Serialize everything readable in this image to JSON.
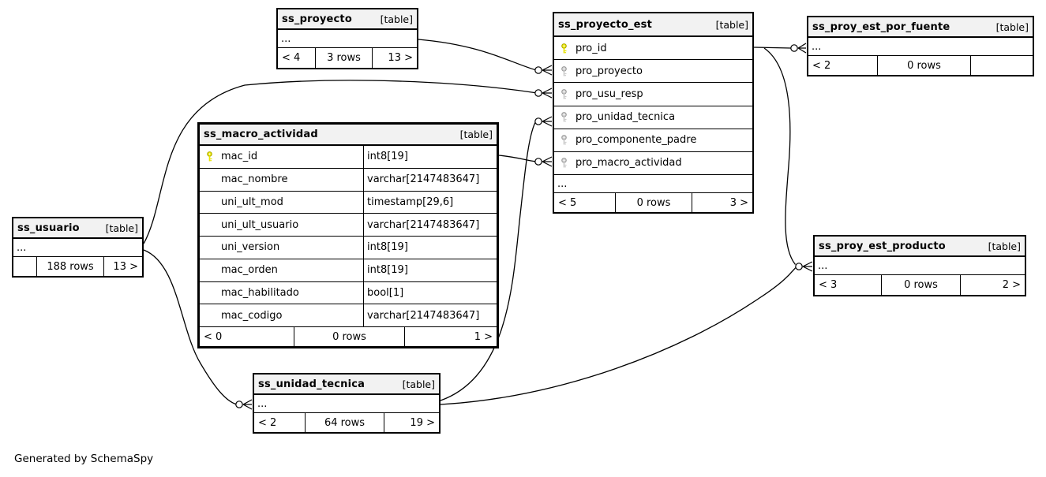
{
  "colors": {
    "header_bg": "#f2f2f2",
    "border": "#000000",
    "pk_key_fill": "#e8e400",
    "pk_key_stroke": "#a8a400",
    "fk_key_fill": "#cbcbcb",
    "fk_key_stroke": "#979797"
  },
  "footer_note": "Generated by SchemaSpy",
  "tables": [
    {
      "name": "ss_proyecto",
      "tag": "[table]",
      "more": "...",
      "footer": {
        "left": "< 4",
        "center": "3 rows",
        "right": "13 >"
      }
    },
    {
      "name": "ss_proyecto_est",
      "tag": "[table]",
      "columns": [
        {
          "name": "pro_id",
          "key": "primary"
        },
        {
          "name": "pro_proyecto",
          "key": "foreign"
        },
        {
          "name": "pro_usu_resp",
          "key": "foreign"
        },
        {
          "name": "pro_unidad_tecnica",
          "key": "foreign"
        },
        {
          "name": "pro_componente_padre",
          "key": "foreign"
        },
        {
          "name": "pro_macro_actividad",
          "key": "foreign"
        }
      ],
      "more": "...",
      "footer": {
        "left": "< 5",
        "center": "0 rows",
        "right": "3 >"
      }
    },
    {
      "name": "ss_proy_est_por_fuente",
      "tag": "[table]",
      "more": "...",
      "footer": {
        "left": "< 2",
        "center": "0 rows",
        "right": ""
      }
    },
    {
      "name": "ss_macro_actividad",
      "tag": "[table]",
      "columns": [
        {
          "name": "mac_id",
          "type": "int8[19]",
          "key": "primary"
        },
        {
          "name": "mac_nombre",
          "type": "varchar[2147483647]"
        },
        {
          "name": "uni_ult_mod",
          "type": "timestamp[29,6]"
        },
        {
          "name": "uni_ult_usuario",
          "type": "varchar[2147483647]"
        },
        {
          "name": "uni_version",
          "type": "int8[19]"
        },
        {
          "name": "mac_orden",
          "type": "int8[19]"
        },
        {
          "name": "mac_habilitado",
          "type": "bool[1]"
        },
        {
          "name": "mac_codigo",
          "type": "varchar[2147483647]"
        }
      ],
      "footer": {
        "left": "< 0",
        "center": "0 rows",
        "right": "1 >"
      }
    },
    {
      "name": "ss_usuario",
      "tag": "[table]",
      "more": "...",
      "footer": {
        "left": "",
        "center": "188 rows",
        "right": "13 >"
      }
    },
    {
      "name": "ss_proy_est_producto",
      "tag": "[table]",
      "more": "...",
      "footer": {
        "left": "< 3",
        "center": "0 rows",
        "right": "2 >"
      }
    },
    {
      "name": "ss_unidad_tecnica",
      "tag": "[table]",
      "more": "...",
      "footer": {
        "left": "< 2",
        "center": "64 rows",
        "right": "19 >"
      }
    }
  ],
  "relationships": [
    {
      "from": "ss_proyecto",
      "to": "ss_proyecto_est.pro_proyecto"
    },
    {
      "from": "ss_usuario",
      "to": "ss_proyecto_est.pro_usu_resp"
    },
    {
      "from": "ss_usuario",
      "to": "ss_unidad_tecnica"
    },
    {
      "from": "ss_macro_actividad.mac_id",
      "to": "ss_proyecto_est.pro_macro_actividad"
    },
    {
      "from": "ss_unidad_tecnica",
      "to": "ss_proyecto_est.pro_unidad_tecnica"
    },
    {
      "from": "ss_unidad_tecnica",
      "to": "ss_proy_est_producto"
    },
    {
      "from": "ss_proyecto_est.pro_id",
      "to": "ss_proy_est_por_fuente"
    },
    {
      "from": "ss_proyecto_est.pro_id",
      "to": "ss_proy_est_producto"
    }
  ]
}
